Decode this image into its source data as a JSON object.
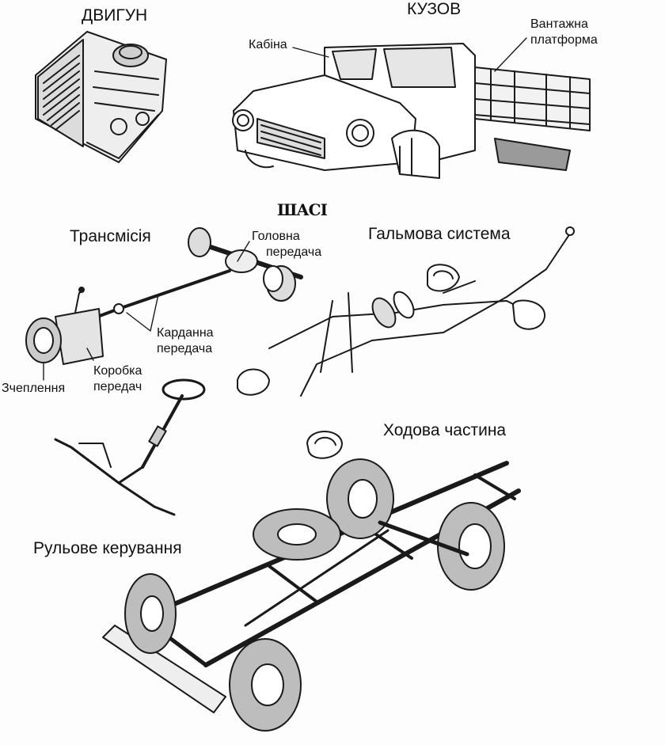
{
  "labels": {
    "engine": "ДВИГУН",
    "body": "КУЗОВ",
    "cabin": "Кабіна",
    "cargo_platform_line1": "Вантажна",
    "cargo_platform_line2": "платформа",
    "chassis": "ШАСІ",
    "transmission": "Трансмісія",
    "final_drive_line1": "Головна",
    "final_drive_line2": "передача",
    "cardan_line1": "Карданна",
    "cardan_line2": "передача",
    "gearbox_line1": "Коробка",
    "gearbox_line2": "передач",
    "clutch": "Зчеплення",
    "brake_system": "Гальмова система",
    "running_gear": "Ходова частина",
    "steering": "Рульове керування"
  },
  "colors": {
    "ink": "#1a1a1a",
    "paper": "#fdfdfd",
    "shade": "#8a8a8a"
  }
}
